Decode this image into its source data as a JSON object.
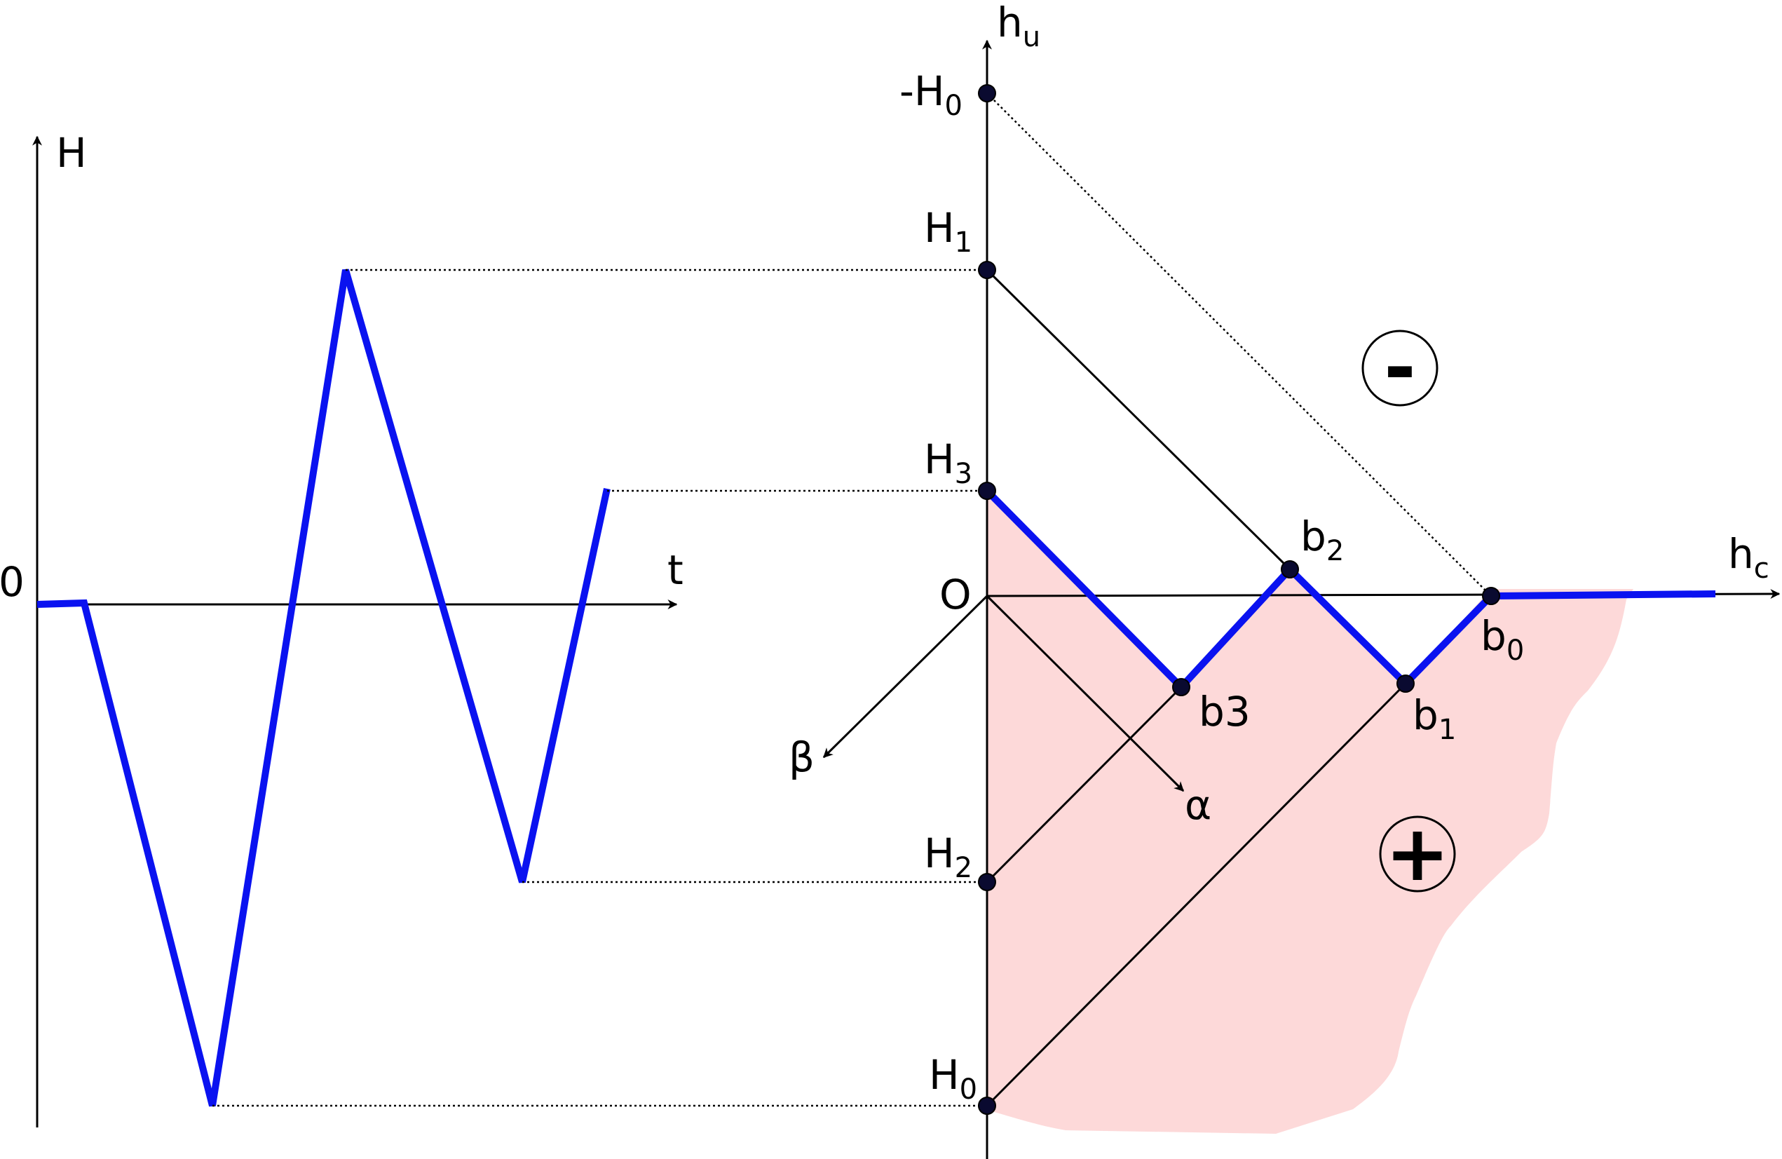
{
  "labels": {
    "left_axis_y": "H",
    "left_axis_x": "t",
    "left_origin": "0",
    "hu": {
      "main": "h",
      "sub": "u"
    },
    "hc": {
      "main": "h",
      "sub": "c"
    },
    "origin": "O",
    "alpha": "α",
    "beta": "β",
    "minus_H0": {
      "main": "-H",
      "sub": "0"
    },
    "H1": {
      "main": "H",
      "sub": "1"
    },
    "H3": {
      "main": "H",
      "sub": "3"
    },
    "H2": {
      "main": "H",
      "sub": "2"
    },
    "H0": {
      "main": "H",
      "sub": "0"
    },
    "b0": {
      "main": "b",
      "sub": "0"
    },
    "b1": {
      "main": "b",
      "sub": "1"
    },
    "b2": {
      "main": "b",
      "sub": "2"
    },
    "b3": "b3"
  },
  "regions": {
    "negative_symbol": "-",
    "positive_symbol": "+"
  },
  "colors": {
    "input_curve": "#0a12f0",
    "axis": "#000000",
    "positive_region": "#fdd9d9",
    "point_marker": "#0a0a30"
  }
}
